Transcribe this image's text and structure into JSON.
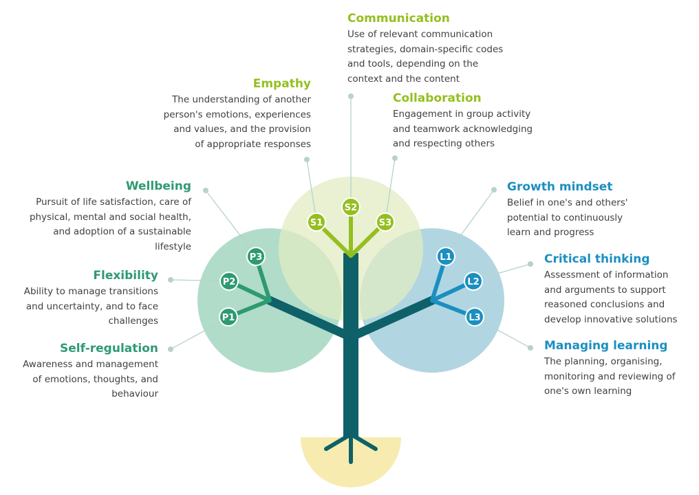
{
  "colors": {
    "social": "#95bf1f",
    "personal": "#2e9a72",
    "learning": "#1b8fc0",
    "social_circle": "#e2ecc3",
    "personal_circle": "#a9d8c4",
    "learning_circle": "#a8d1df",
    "trunk": "#0e6168",
    "root": "#f7ebb0",
    "leader": "#b6d2cd"
  },
  "competences": [
    {
      "id": "S1",
      "group": "social",
      "title": "Empathy",
      "desc": "The understanding of another\nperson's emotions, experiences\nand values, and the provision\nof appropriate responses"
    },
    {
      "id": "S2",
      "group": "social",
      "title": "Communication",
      "desc": "Use of relevant communication\nstrategies, domain-specific codes\nand tools, depending on the\ncontext and the content"
    },
    {
      "id": "S3",
      "group": "social",
      "title": "Collaboration",
      "desc": "Engagement in group activity\nand teamwork acknowledging\nand respecting others"
    },
    {
      "id": "P3",
      "group": "personal",
      "title": "Wellbeing",
      "desc": "Pursuit of life satisfaction, care of\nphysical, mental and social health,\nand adoption of a sustainable\nlifestyle"
    },
    {
      "id": "P2",
      "group": "personal",
      "title": "Flexibility",
      "desc": "Ability to manage transitions\nand uncertainty, and to face\nchallenges"
    },
    {
      "id": "P1",
      "group": "personal",
      "title": "Self-regulation",
      "desc": "Awareness and management\nof emotions, thoughts, and\nbehaviour"
    },
    {
      "id": "L1",
      "group": "learning",
      "title": "Growth mindset",
      "desc": "Belief in one's and others'\npotential to continuously\nlearn and progress"
    },
    {
      "id": "L2",
      "group": "learning",
      "title": "Critical thinking",
      "desc": "Assessment of information\nand arguments to support\nreasoned conclusions and\ndevelop innovative solutions"
    },
    {
      "id": "L3",
      "group": "learning",
      "title": "Managing learning",
      "desc": "The planning, organising,\nmonitoring and reviewing of\none's own learning"
    }
  ]
}
